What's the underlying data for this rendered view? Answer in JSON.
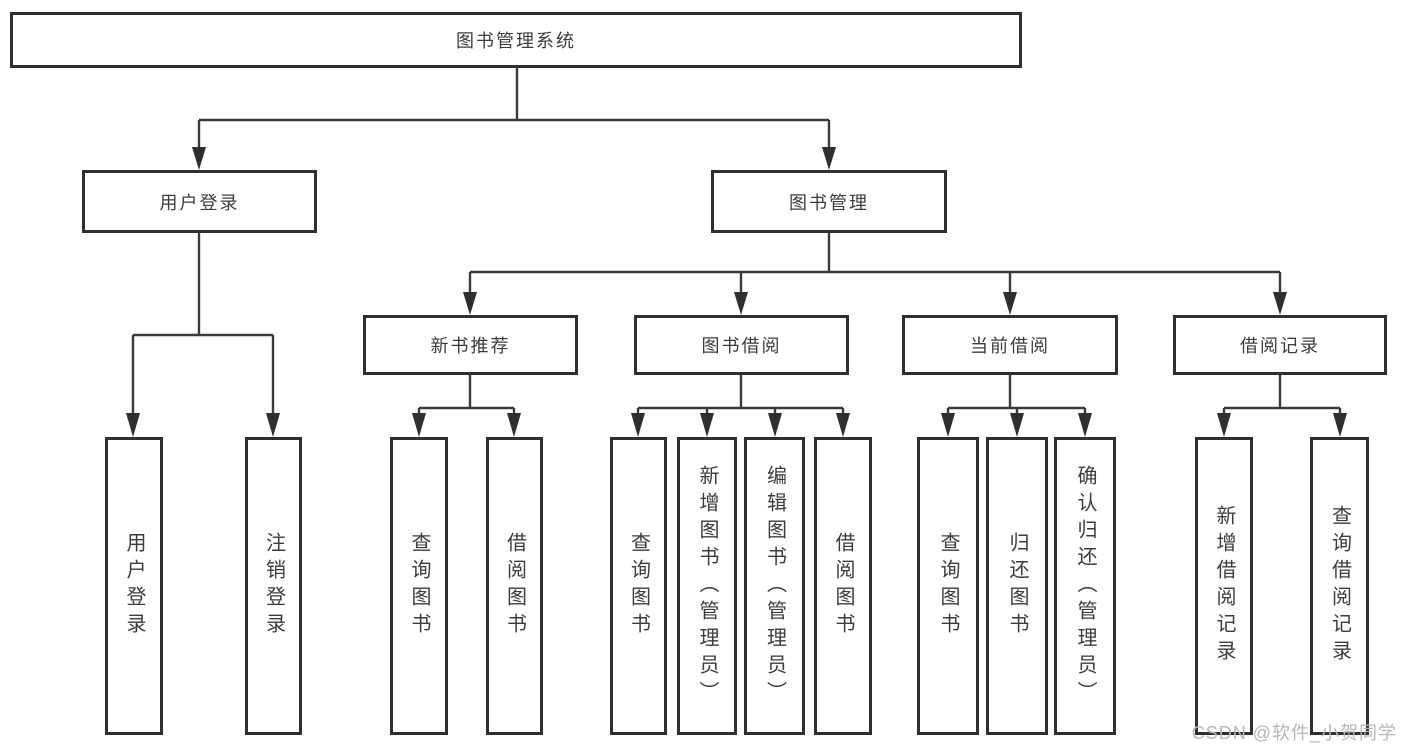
{
  "diagram": {
    "root": {
      "label": "图书管理系统"
    },
    "level2": [
      {
        "id": "user-login",
        "label": "用户登录"
      },
      {
        "id": "book-management",
        "label": "图书管理"
      }
    ],
    "level3": [
      {
        "id": "new-book-recommend",
        "label": "新书推荐"
      },
      {
        "id": "book-borrowing",
        "label": "图书借阅"
      },
      {
        "id": "current-borrowing",
        "label": "当前借阅"
      },
      {
        "id": "borrowing-records",
        "label": "借阅记录"
      }
    ],
    "leaves": [
      {
        "parent": "user-login",
        "label": "用户登录"
      },
      {
        "parent": "user-login",
        "label": "注销登录"
      },
      {
        "parent": "new-book-recommend",
        "label": "查询图书"
      },
      {
        "parent": "new-book-recommend",
        "label": "借阅图书"
      },
      {
        "parent": "book-borrowing",
        "label": "查询图书"
      },
      {
        "parent": "book-borrowing",
        "label": "新增图书（管理员）"
      },
      {
        "parent": "book-borrowing",
        "label": "编辑图书（管理员）"
      },
      {
        "parent": "book-borrowing",
        "label": "借阅图书"
      },
      {
        "parent": "current-borrowing",
        "label": "查询图书"
      },
      {
        "parent": "current-borrowing",
        "label": "归还图书"
      },
      {
        "parent": "current-borrowing",
        "label": "确认归还（管理员）"
      },
      {
        "parent": "borrowing-records",
        "label": "新增借阅记录"
      },
      {
        "parent": "borrowing-records",
        "label": "查询借阅记录"
      }
    ]
  },
  "watermark": "CSDN @软件_小贺同学",
  "colors": {
    "background": "#ffffff",
    "line": "#3a3a3a",
    "box_border": "#2f2f2f",
    "text": "#3c3c3c",
    "watermark": "#b6b6bc"
  }
}
